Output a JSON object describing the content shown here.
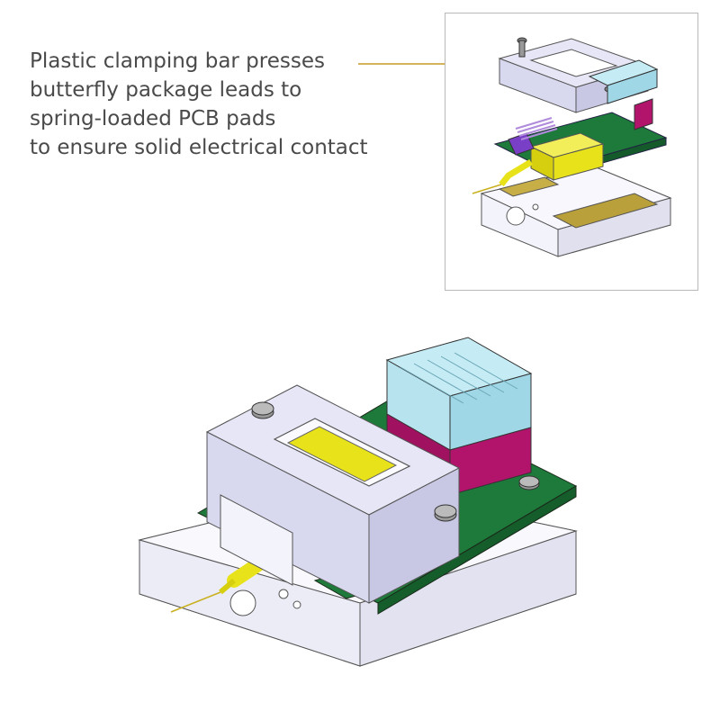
{
  "caption": {
    "lines": [
      "Plastic clamping bar presses",
      "butterfly package leads to",
      "spring-loaded PCB pads",
      "to ensure solid electrical contact"
    ]
  },
  "colors": {
    "caption_text": "#4a4a4a",
    "leader_line": "#d4b45a",
    "clamp_bar": "#d8d8ef",
    "base_block": "#f3f3fb",
    "pcb_green": "#1e7a3a",
    "butterfly_gold": "#e8e21a",
    "connector_blue": "#9fd7e6",
    "connector_magenta": "#b3146b",
    "pin_purple": "#7a3fc7",
    "flex_khaki": "#b9a03a"
  },
  "figures": {
    "inset": "exploded-view-drawing",
    "main": "assembled-fixture-drawing"
  }
}
